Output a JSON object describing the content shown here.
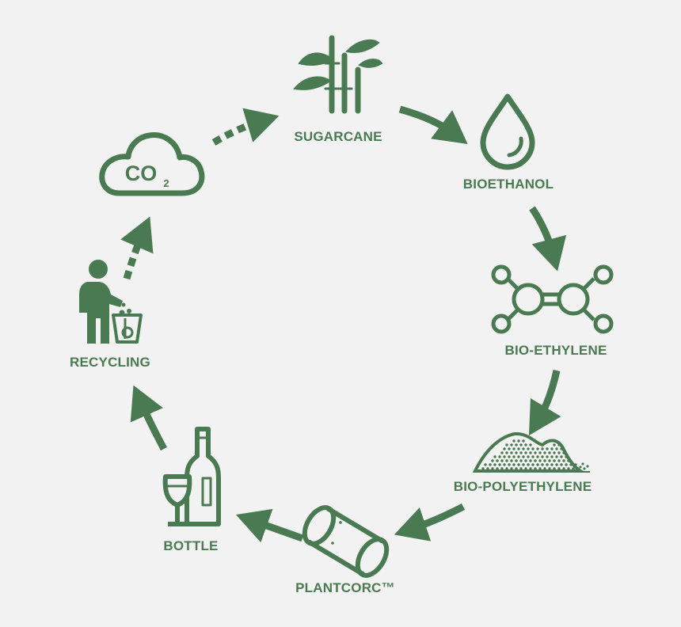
{
  "colors": {
    "primary": "#4a7a52",
    "background": "#f2f2f2"
  },
  "stages": [
    {
      "label": "SUGARCANE",
      "icon": "sugarcane-icon"
    },
    {
      "label": "BIOETHANOL",
      "icon": "droplet-icon"
    },
    {
      "label": "BIO-ETHYLENE",
      "icon": "molecule-icon"
    },
    {
      "label": "BIO-POLYETHYLENE",
      "icon": "pellets-pile-icon"
    },
    {
      "label": "PLANTCORC™",
      "icon": "cork-stopper-icon"
    },
    {
      "label": "BOTTLE",
      "icon": "wine-bottle-glass-icon"
    },
    {
      "label": "RECYCLING",
      "icon": "person-recycling-icon"
    },
    {
      "label": "CO",
      "subscript": "2",
      "icon": "co2-cloud-icon"
    }
  ]
}
